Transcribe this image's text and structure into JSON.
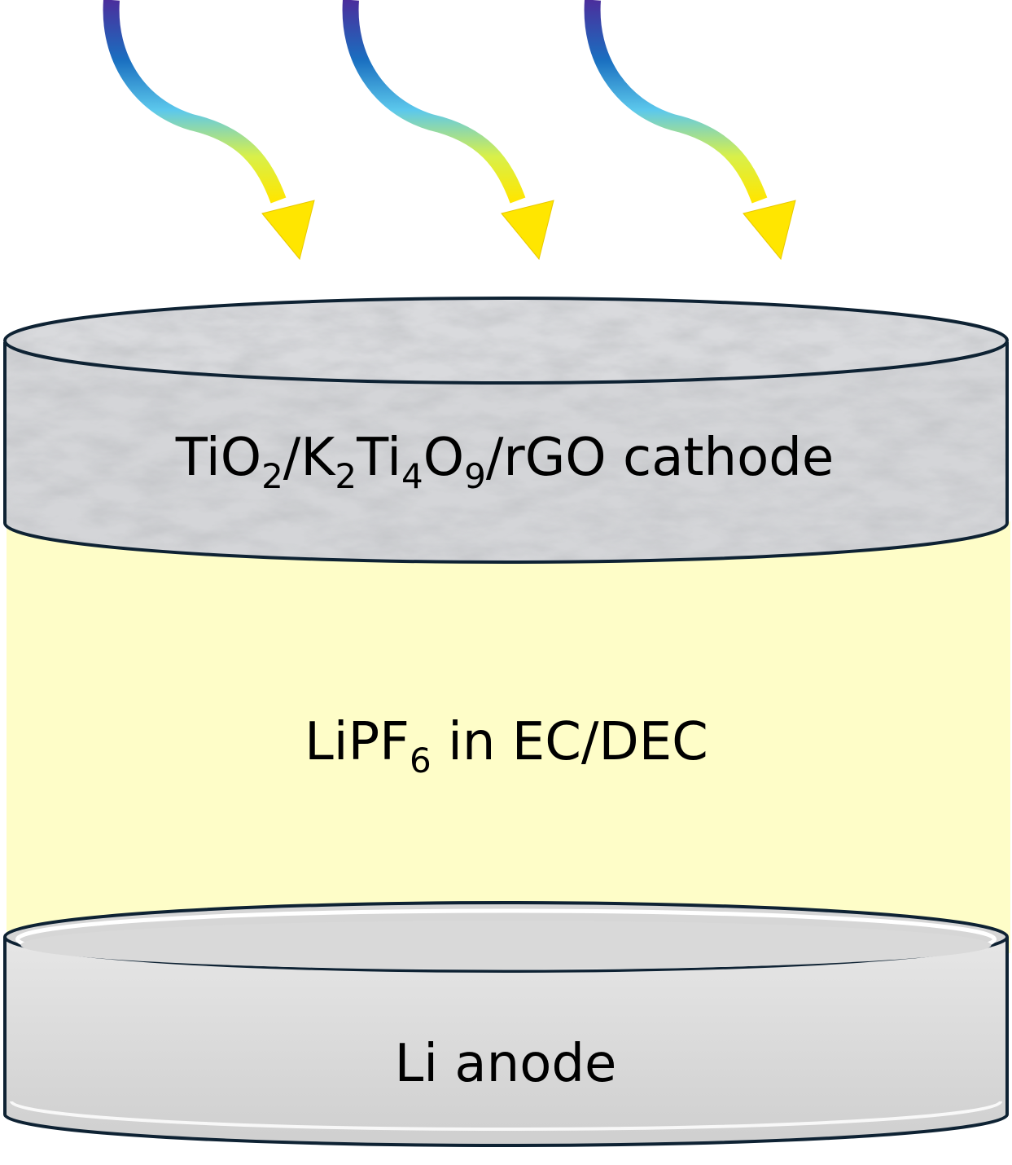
{
  "diagram": {
    "cathode": {
      "formula": [
        {
          "text": "TiO",
          "sub": false
        },
        {
          "text": "2",
          "sub": true
        },
        {
          "text": "/K",
          "sub": false
        },
        {
          "text": "2",
          "sub": true
        },
        {
          "text": "Ti",
          "sub": false
        },
        {
          "text": "4",
          "sub": true
        },
        {
          "text": "O",
          "sub": false
        },
        {
          "text": "9",
          "sub": true
        },
        {
          "text": "/rGO cathode",
          "sub": false
        }
      ]
    },
    "electrolyte": {
      "formula": [
        {
          "text": "LiPF",
          "sub": false
        },
        {
          "text": "6",
          "sub": true
        },
        {
          "text": " in EC/DEC",
          "sub": false
        }
      ]
    },
    "anode": {
      "label": "Li anode"
    },
    "light_arrows": {
      "count": 3,
      "icon": "wavy-light-arrow-icon"
    },
    "colors": {
      "electrolyte_fill": "#FEFDC8",
      "outline": "#0E2233",
      "cathode_base": "#D4D5D8",
      "anode_fill": "#D9D9D9",
      "arrow_gradient": [
        "#4B2E9C",
        "#1A6FC0",
        "#5CC8EC",
        "#D8F04A",
        "#FFE600"
      ]
    }
  }
}
